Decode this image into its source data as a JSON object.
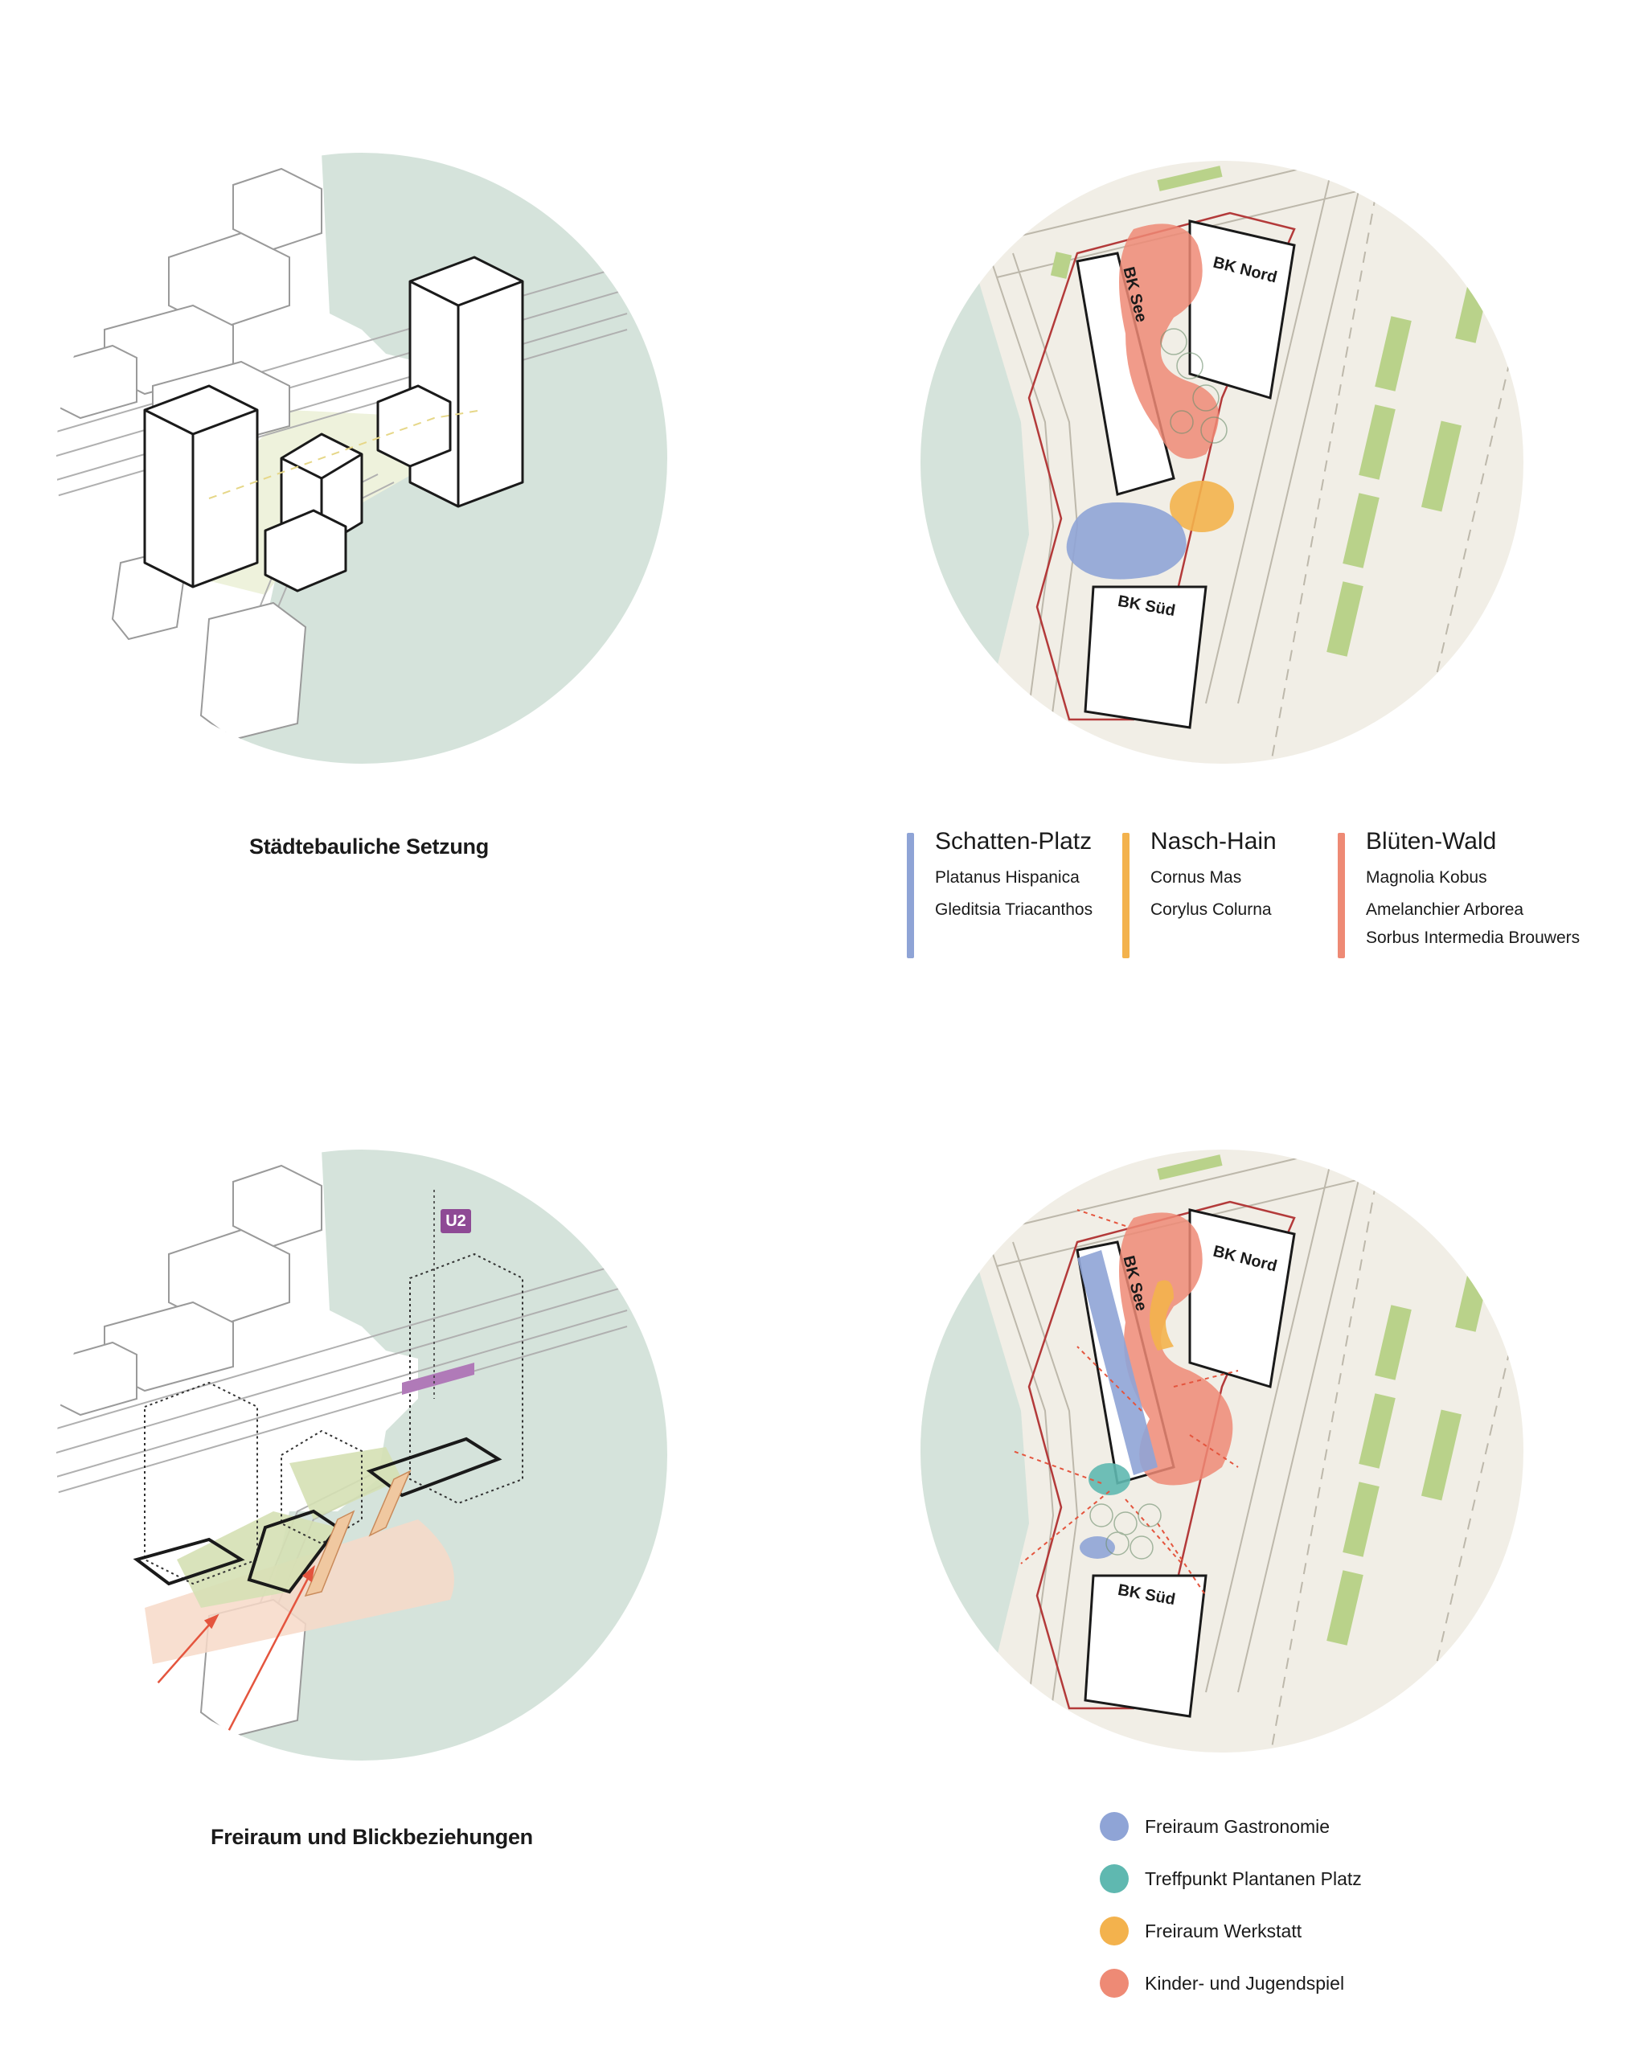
{
  "captions": {
    "top_left": "Städtebauliche Setzung",
    "bottom_left": "Freiraum und Blickbeziehungen"
  },
  "plan_labels": {
    "bk_nord": "BK Nord",
    "bk_see": "BK See",
    "bk_sued": "BK Süd",
    "u2": "U2"
  },
  "planting_legend": [
    {
      "title": "Schatten-Platz",
      "color": "#8fa4d6",
      "items": [
        "Platanus Hispanica",
        "Gleditsia Triacanthos"
      ]
    },
    {
      "title": "Nasch-Hain",
      "color": "#f3b24d",
      "items": [
        "Cornus Mas",
        "Corylus Colurna"
      ]
    },
    {
      "title": "Blüten-Wald",
      "color": "#ee8a75",
      "items": [
        "Magnolia Kobus",
        "Amelanchier Arborea",
        "Sorbus Intermedia Brouwers"
      ]
    }
  ],
  "use_legend": [
    {
      "label": "Freiraum Gastronomie",
      "color": "#8fa4d6"
    },
    {
      "label": "Treffpunkt Plantanen Platz",
      "color": "#5fb8b0"
    },
    {
      "label": "Freiraum Werkstatt",
      "color": "#f3b24d"
    },
    {
      "label": "Kinder- und Jugendspiel",
      "color": "#ee8a75"
    }
  ],
  "colors": {
    "water": "#d5e3db",
    "green": "#b9d28a",
    "paper": "#f1eee6",
    "boundary": "#b33a3a",
    "arrow": "#e4553e",
    "u2": "#8e4a95"
  }
}
